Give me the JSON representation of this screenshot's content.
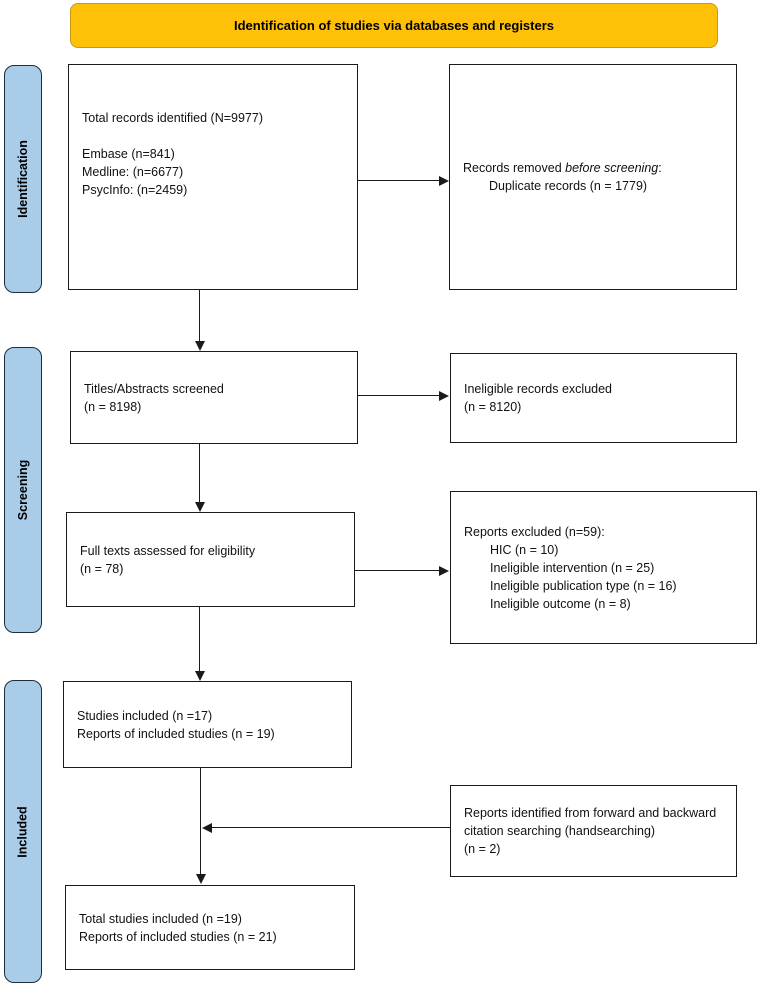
{
  "banner": {
    "title": "Identification of studies via databases and registers"
  },
  "stages": {
    "identification": "Identification",
    "screening": "Screening",
    "included": "Included"
  },
  "boxes": {
    "total_identified": {
      "line1": "Total records identified (N=9977)",
      "line2": "Embase (n=841)",
      "line3": "Medline: (n=6677)",
      "line4": "PsycInfo: (n=2459)"
    },
    "records_removed": {
      "prefix": "Records removed ",
      "italic": "before screening",
      "suffix": ":",
      "detail": "Duplicate records (n = 1779)"
    },
    "titles_screened": {
      "line1": "Titles/Abstracts screened",
      "line2": "(n = 8198)"
    },
    "ineligible_excluded": {
      "line1": "Ineligible records excluded",
      "line2": "(n = 8120)"
    },
    "fulltext_assessed": {
      "line1": "Full texts assessed for eligibility",
      "line2": "(n = 78)"
    },
    "reports_excluded": {
      "header": "Reports excluded (n=59):",
      "item1": "HIC (n = 10)",
      "item2": "Ineligible intervention (n = 25)",
      "item3": "Ineligible publication type (n = 16)",
      "item4": "Ineligible outcome (n = 8)"
    },
    "studies_included": {
      "line1": "Studies included (n =17)",
      "line2": "Reports of included studies (n = 19)"
    },
    "citation_searching": {
      "line1": "Reports identified from forward and backward",
      "line2": "citation searching (handsearching)",
      "line3": "(n = 2)"
    },
    "total_included": {
      "line1": "Total studies included (n =19)",
      "line2": "Reports of included studies (n = 21)"
    }
  },
  "colors": {
    "banner_bg": "#FFC107",
    "stage_bg": "#A9CCE9",
    "box_border": "#1a1a1a",
    "text": "#111111"
  }
}
